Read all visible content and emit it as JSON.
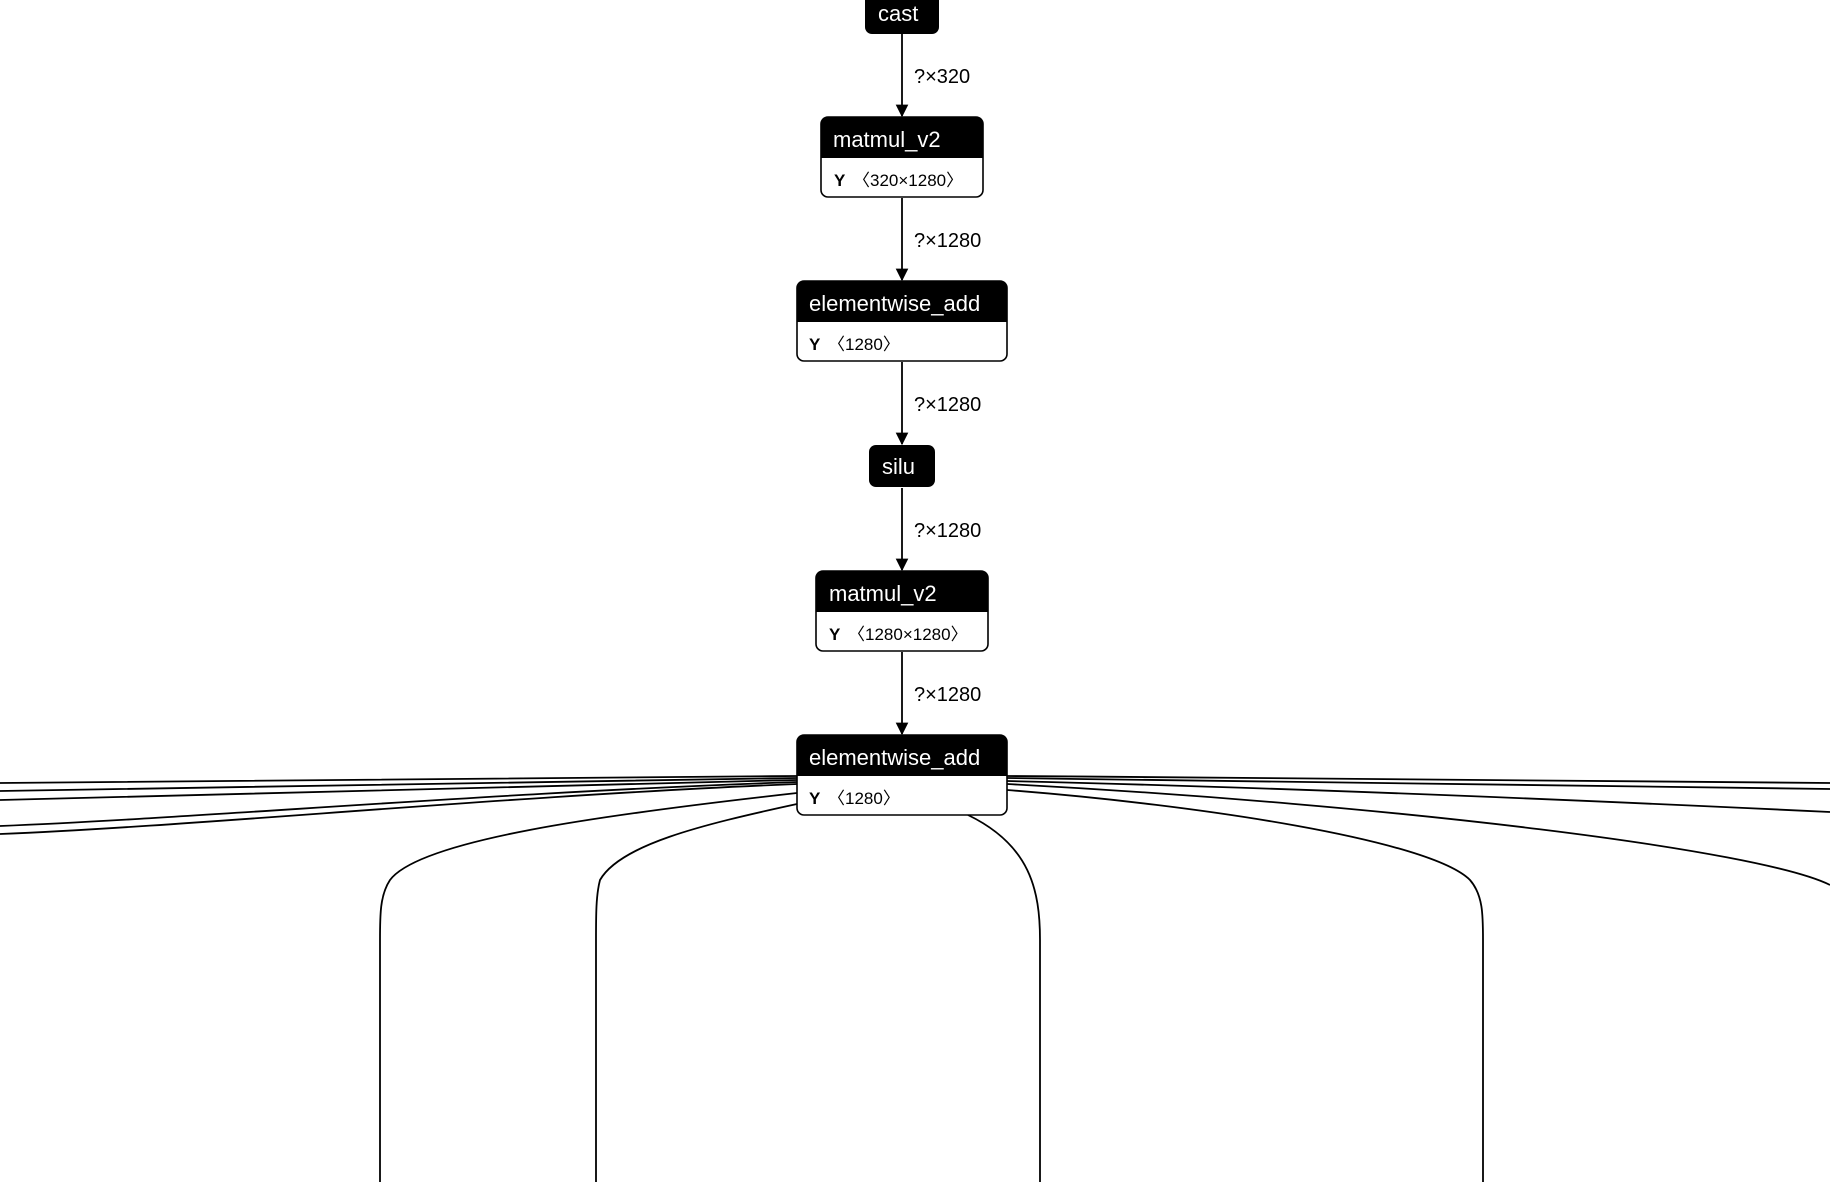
{
  "graph": {
    "nodes": [
      {
        "id": "cast",
        "title": "cast"
      },
      {
        "id": "matmul-1",
        "title": "matmul_v2",
        "attr_name": "Y",
        "attr_value": "〈320×1280〉"
      },
      {
        "id": "add-1",
        "title": "elementwise_add",
        "attr_name": "Y",
        "attr_value": "〈1280〉"
      },
      {
        "id": "silu",
        "title": "silu"
      },
      {
        "id": "matmul-2",
        "title": "matmul_v2",
        "attr_name": "Y",
        "attr_value": "〈1280×1280〉"
      },
      {
        "id": "add-2",
        "title": "elementwise_add",
        "attr_name": "Y",
        "attr_value": "〈1280〉"
      }
    ],
    "edges": [
      {
        "from": "cast",
        "to": "matmul-1",
        "label": "?×320"
      },
      {
        "from": "matmul-1",
        "to": "add-1",
        "label": "?×1280"
      },
      {
        "from": "add-1",
        "to": "silu",
        "label": "?×1280"
      },
      {
        "from": "silu",
        "to": "matmul-2",
        "label": "?×1280"
      },
      {
        "from": "matmul-2",
        "to": "add-2",
        "label": "?×1280"
      }
    ]
  },
  "colors": {
    "node_header": "#000000",
    "node_body": "#ffffff",
    "edge": "#000000",
    "background": "#ffffff"
  }
}
